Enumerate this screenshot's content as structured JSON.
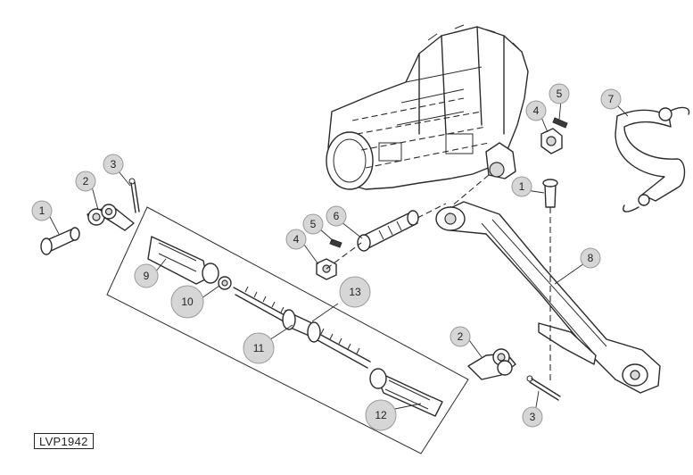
{
  "figure_id": "LVP1942",
  "callouts": [
    {
      "label": "1"
    },
    {
      "label": "2"
    },
    {
      "label": "3"
    },
    {
      "label": "9"
    },
    {
      "label": "10"
    },
    {
      "label": "11"
    },
    {
      "label": "12"
    },
    {
      "label": "13"
    },
    {
      "label": "4"
    },
    {
      "label": "5"
    },
    {
      "label": "6"
    },
    {
      "label": "4"
    },
    {
      "label": "5"
    },
    {
      "label": "7"
    },
    {
      "label": "1"
    },
    {
      "label": "8"
    },
    {
      "label": "2"
    },
    {
      "label": "3"
    }
  ]
}
